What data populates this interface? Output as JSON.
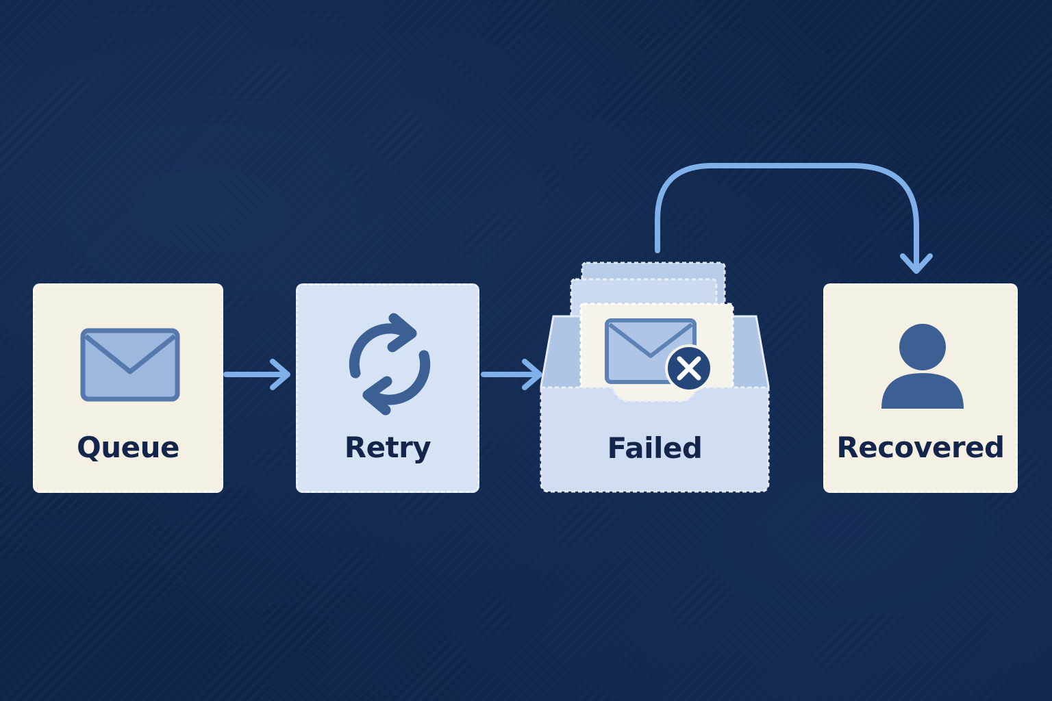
{
  "diagram": {
    "nodes": {
      "queue": {
        "label": "Queue",
        "icon": "envelope-icon"
      },
      "retry": {
        "label": "Retry",
        "icon": "refresh-icon"
      },
      "failed": {
        "label": "Failed",
        "icon": "envelope-error-icon"
      },
      "recovered": {
        "label": "Recovered",
        "icon": "user-icon"
      }
    },
    "edges": [
      {
        "from": "Queue",
        "to": "Retry"
      },
      {
        "from": "Retry",
        "to": "Failed"
      },
      {
        "from": "Failed",
        "to": "Recovered"
      }
    ],
    "colors": {
      "background": "#0e2448",
      "card_cream": "#f4f0e3",
      "card_blue": "#d6e3f4",
      "arrow": "#7fb0ea",
      "icon_blue": "#8fadd8",
      "icon_dark": "#3c5f94",
      "label_text": "#13254a"
    }
  }
}
